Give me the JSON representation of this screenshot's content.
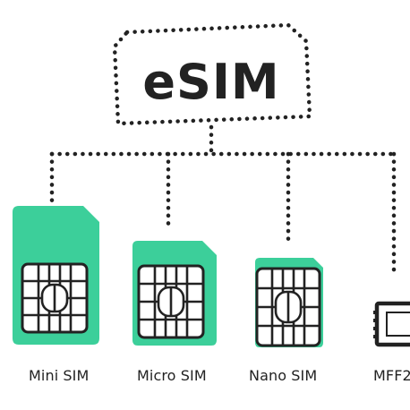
{
  "title": "eSIM",
  "colors": {
    "card_fill": "#3ccf9a",
    "ink": "#222222",
    "chip_fill": "#ffffff"
  },
  "cards": [
    {
      "label": "Mini SIM"
    },
    {
      "label": "Micro SIM"
    },
    {
      "label": "Nano SIM"
    },
    {
      "label": "MFF2"
    }
  ]
}
